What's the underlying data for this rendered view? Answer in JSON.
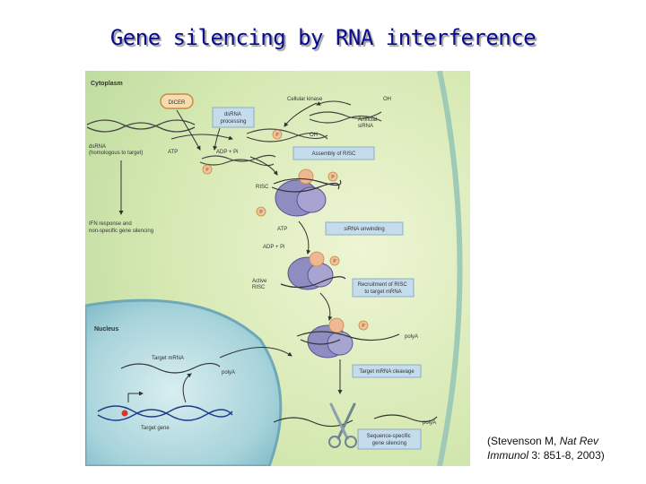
{
  "slide": {
    "title": "Gene silencing by RNA interference",
    "citation": {
      "line1_pre": "(Stevenson M, ",
      "line1_journal": "Nat Rev",
      "line2_journal": "Immunol",
      "line2_post": " 3: 851-8, 2003)"
    }
  },
  "figure": {
    "compartments": {
      "cytoplasm": "Cytoplasm",
      "nucleus": "Nucleus"
    },
    "dicer": "DICER",
    "boxes": {
      "dsrna_processing": [
        "dsRNA",
        "processing"
      ],
      "assembly_of_risc": "Assembly of RISC",
      "sirna_unwinding": "siRNA unwinding",
      "recruitment": [
        "Recruitment of RISC",
        "to target mRNA"
      ],
      "target_cleavage": "Target mRNA cleavage",
      "sequence_specific": [
        "Sequence-specific",
        "gene silencing"
      ]
    },
    "labels": {
      "cellular_kinase": "Cellular kinase",
      "oh_top": "OH",
      "oh_left": "OH",
      "artificial_sirna": [
        "Artificial",
        "siRNA"
      ],
      "dsrna": [
        "dsRNA",
        "(homologous to target)"
      ],
      "atp1": "ATP",
      "adp_pi1": "ADP + Pi",
      "risc": "RISC",
      "ifn": [
        "IFN response and",
        "non-specific gene silencing"
      ],
      "atp2": "ATP",
      "adp_pi2": "ADP + Pi",
      "active_risc": [
        "Active",
        "RISC"
      ],
      "polya_1": "polyA",
      "target_mrna": "Target mRNA",
      "polya_2": "polyA",
      "target_gene": "Target gene",
      "polya_3": "polyA",
      "p": "P"
    }
  },
  "colors": {
    "title": "#0a0a8c",
    "cytoplasm": "#d6e9b3",
    "nucleus": "#a6d3da",
    "box_fill": "#c5dced",
    "risc_purple": "#8f8cc2",
    "risc_peach": "#f0b793",
    "phosphate": "#f0c39b"
  }
}
